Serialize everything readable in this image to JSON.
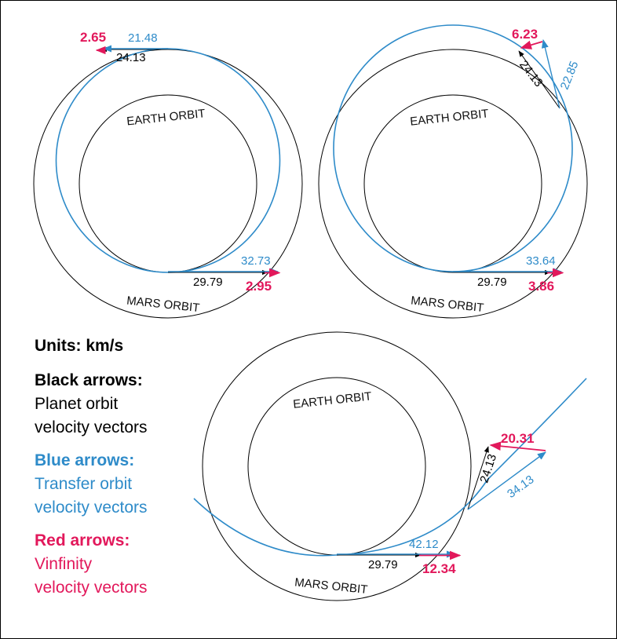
{
  "colors": {
    "planet": "#000000",
    "transfer": "#2e8bc9",
    "vinfinity": "#e2185b"
  },
  "legend": {
    "units": "Units: km/s",
    "black_title": "Black arrows:",
    "black_desc_1": "Planet orbit",
    "black_desc_2": "velocity vectors",
    "blue_title": "Blue arrows:",
    "blue_desc_1": "Transfer orbit",
    "blue_desc_2": "velocity vectors",
    "red_title": "Red arrows:",
    "red_desc_1": "Vinfinity",
    "red_desc_2": "velocity vectors"
  },
  "panel1": {
    "earth_label": "EARTH ORBIT",
    "mars_label": "MARS ORBIT",
    "arrival": {
      "planet": "24.13",
      "transfer": "21.48",
      "vinf": "2.65"
    },
    "departure": {
      "planet": "29.79",
      "transfer": "32.73",
      "vinf": "2.95"
    }
  },
  "panel2": {
    "earth_label": "EARTH ORBIT",
    "mars_label": "MARS ORBIT",
    "arrival": {
      "planet": "24.13",
      "transfer": "22.85",
      "vinf": "6.23"
    },
    "departure": {
      "planet": "29.79",
      "transfer": "33.64",
      "vinf": "3.86"
    }
  },
  "panel3": {
    "earth_label": "EARTH ORBIT",
    "mars_label": "MARS ORBIT",
    "arrival": {
      "planet": "24.13",
      "transfer": "34.13",
      "vinf": "20.31"
    },
    "departure": {
      "planet": "29.79",
      "transfer": "42.12",
      "vinf": "12.34"
    }
  }
}
